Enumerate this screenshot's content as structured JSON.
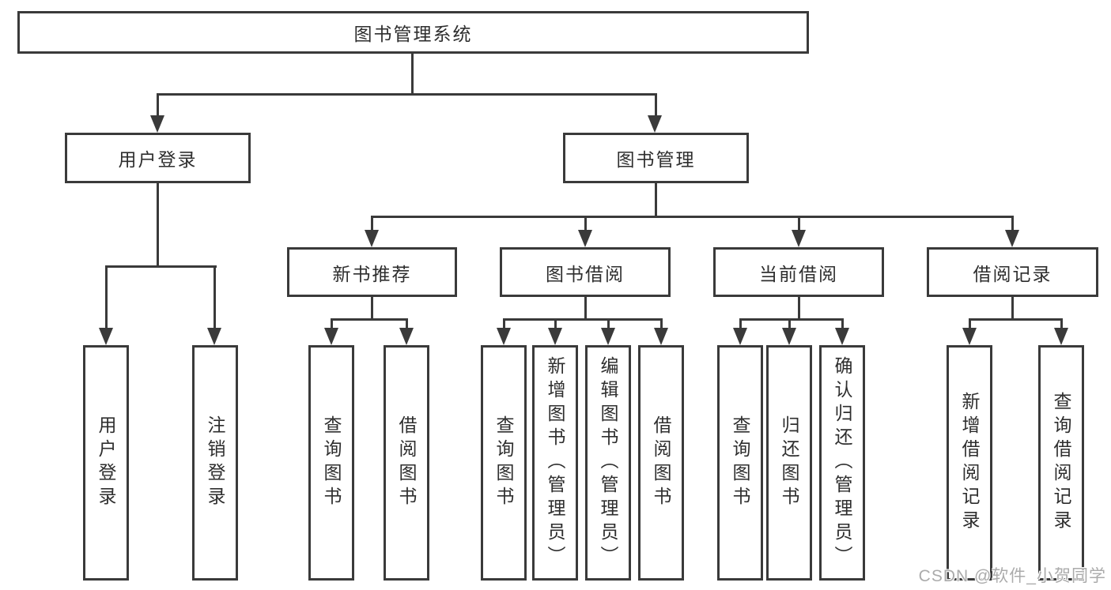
{
  "tree": {
    "root": {
      "label": "图书管理系统",
      "children": [
        {
          "label": "用户登录",
          "children": [
            {
              "label": "用户登录"
            },
            {
              "label": "注销登录"
            }
          ]
        },
        {
          "label": "图书管理",
          "children": [
            {
              "label": "新书推荐",
              "children": [
                {
                  "label": "查询图书"
                },
                {
                  "label": "借阅图书"
                }
              ]
            },
            {
              "label": "图书借阅",
              "children": [
                {
                  "label": "查询图书"
                },
                {
                  "label": "新增图书（管理员）"
                },
                {
                  "label": "编辑图书（管理员）"
                },
                {
                  "label": "借阅图书"
                }
              ]
            },
            {
              "label": "当前借阅",
              "children": [
                {
                  "label": "查询图书"
                },
                {
                  "label": "归还图书"
                },
                {
                  "label": "确认归还（管理员）"
                }
              ]
            },
            {
              "label": "借阅记录",
              "children": [
                {
                  "label": "新增借阅记录"
                },
                {
                  "label": "查询借阅记录"
                }
              ]
            }
          ]
        }
      ]
    }
  },
  "watermark": "CSDN @软件_小贺同学",
  "colors": {
    "line": "#3a3a3a",
    "text": "#2e2e2e",
    "background": "#ffffff",
    "watermark": "#ababab"
  }
}
